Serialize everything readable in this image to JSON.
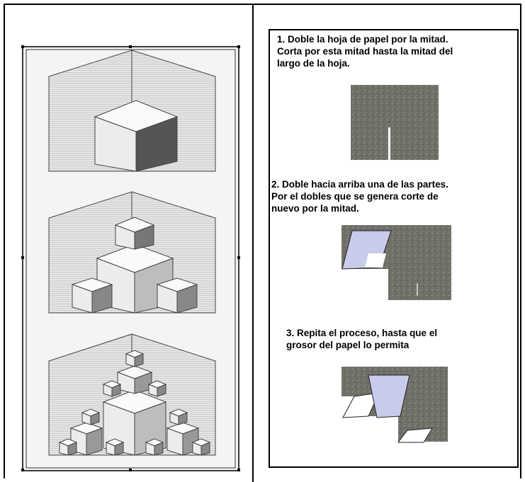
{
  "steps": [
    {
      "line1": "1. Doble la hoja de papel por la mitad.",
      "line2": "Corta por esta mitad hasta la mitad del",
      "line3": "largo de la hoja."
    },
    {
      "line1": "2. Doble  hacia arriba una de las partes.",
      "line2": "Por el dobles que se genera corte de",
      "line3": "nuevo por la mitad."
    },
    {
      "line1": "3. Repita el proceso, hasta que el",
      "line2": "grosor del papel lo permita"
    }
  ],
  "colors": {
    "paper_dark": "#6e6e66",
    "paper_light": "#b9bbe0",
    "frame": "#000000",
    "left_bg": "#f6f3f6"
  }
}
